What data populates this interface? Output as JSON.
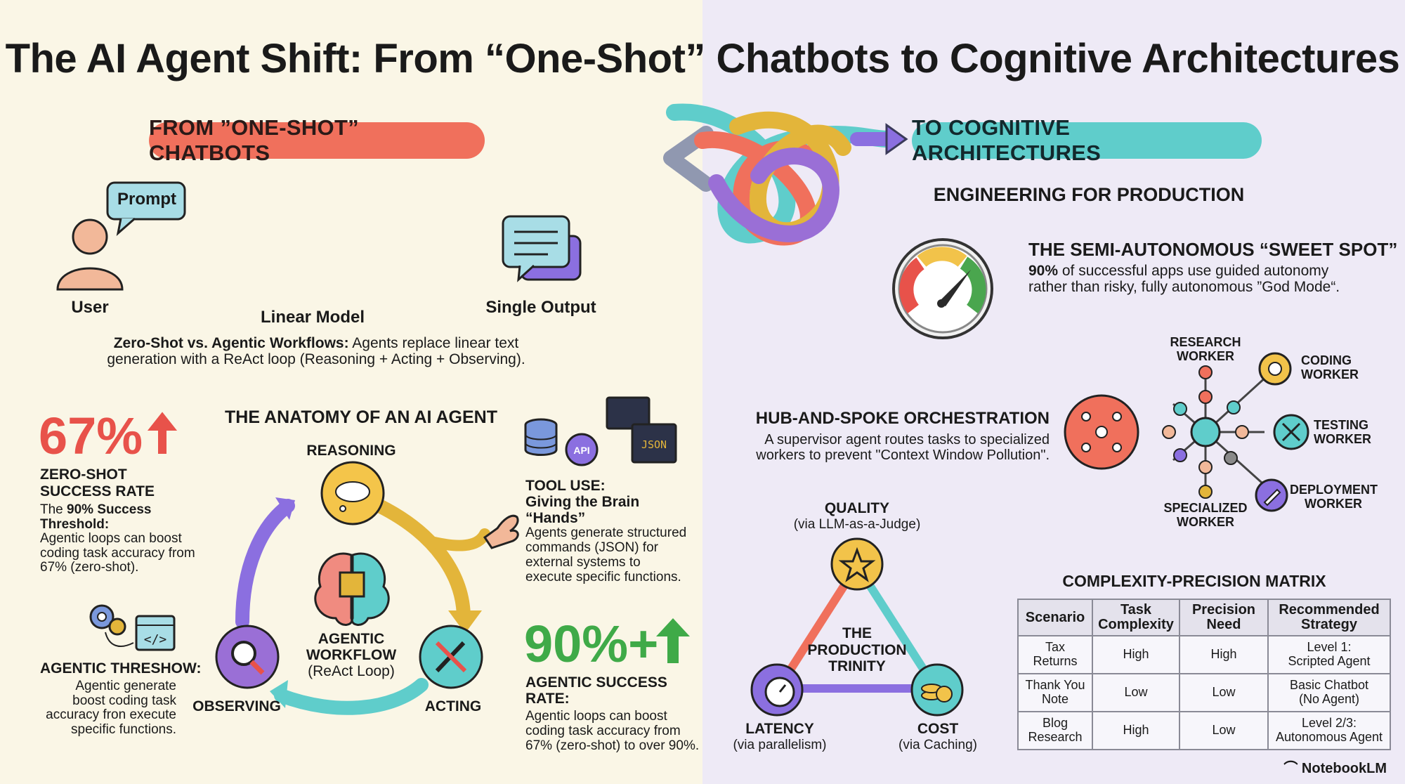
{
  "title": "The AI Agent Shift: From “One-Shot” Chatbots to Cognitive Architectures",
  "left_pill": "FROM ”ONE-SHOT” CHATBOTS",
  "right_pill": "TO COGNITIVE ARCHITECTURES",
  "colors": {
    "left_bg": "#faf6e6",
    "right_bg": "#eeeaf6",
    "coral": "#f0705c",
    "teal": "#5fcdcb",
    "green": "#3faa48",
    "red": "#e8524a"
  },
  "linear_model": {
    "prompt_bubble": "Prompt",
    "user_label": "User",
    "model_label": "Linear Model",
    "output_label": "Single Output",
    "desc_bold": "Zero-Shot vs. Agentic Workflows:",
    "desc_line1": " Agents replace linear text",
    "desc_line2": "generation with a ReAct loop (Reasoning + Acting + Observing)."
  },
  "stat_67": {
    "value": "67%",
    "label_line1": "ZERO-SHOT",
    "label_line2": "SUCCESS RATE",
    "desc_pre": "The ",
    "desc_bold": "90% Success Threshold:",
    "desc_line2": "Agentic loops can boost",
    "desc_line3": "coding task accuracy from",
    "desc_line4": "67% (zero-shot)."
  },
  "threshow": {
    "title": "AGENTIC THRESHOW:",
    "line1": "Agentic generate",
    "line2": "boost coding task",
    "line3": "accuracy fron execute",
    "line4": "specific functions."
  },
  "anatomy": {
    "title": "THE ANATOMY OF AN AI AGENT",
    "reasoning": "REASONING",
    "acting": "ACTING",
    "observing": "OBSERVING",
    "center_line1": "AGENTIC",
    "center_line2": "WORKFLOW",
    "center_line3": "(ReAct Loop)"
  },
  "tool_use": {
    "title": "TOOL USE:",
    "subtitle": "Giving the Brain “Hands”",
    "line1": "Agents generate structured",
    "line2": "commands (JSON) for",
    "line3": "external systems to",
    "line4": "execute specific functions.",
    "api_label": "API",
    "json_label": "JSON"
  },
  "stat_90": {
    "value": "90%+",
    "label": "AGENTIC SUCCESS RATE:",
    "line1": "Agentic loops can boost",
    "line2": "coding task accuracy from",
    "line3": "67% (zero-shot) to over 90%."
  },
  "engineering": {
    "title": "ENGINEERING FOR PRODUCTION",
    "sweet_title": "THE SEMI-AUTONOMOUS “SWEET SPOT”",
    "sweet_bold": "90%",
    "sweet_line1": " of successful apps use guided autonomy",
    "sweet_line2": "rather than risky, fully autonomous ”God Mode“."
  },
  "hub": {
    "title": "HUB-AND-SPOKE ORCHESTRATION",
    "line1": "A supervisor agent routes tasks to specialized",
    "line2": "workers to prevent \"Context Window Pollution\".",
    "research_1": "RESEARCH",
    "research_2": "WORKER",
    "coding_1": "CODING",
    "coding_2": "WORKER",
    "testing_1": "TESTING",
    "testing_2": "WORKER",
    "deploy_1": "DEPLOYMENT",
    "deploy_2": "WORKER",
    "special_1": "SPECIALIZED",
    "special_2": "WORKER"
  },
  "trinity": {
    "quality": "QUALITY",
    "quality_sub": "(via LLM-as-a-Judge)",
    "center_line1": "THE",
    "center_line2": "PRODUCTION",
    "center_line3": "TRINITY",
    "latency": "LATENCY",
    "latency_sub": "(via parallelism)",
    "cost": "COST",
    "cost_sub": "(via Caching)"
  },
  "matrix": {
    "title": "COMPLEXITY-PRECISION MATRIX",
    "headers": [
      "Scenario",
      "Task\nComplexity",
      "Precision\nNeed",
      "Recommended\nStrategy"
    ],
    "rows": [
      [
        "Tax Returns",
        "High",
        "High",
        "Level 1:\nScripted Agent"
      ],
      [
        "Thank You\nNote",
        "Low",
        "Low",
        "Basic Chatbot\n(No Agent)"
      ],
      [
        "Blog\nResearch",
        "High",
        "Low",
        "Level 2/3:\nAutonomous Agent"
      ]
    ]
  },
  "brand": "NotebookLM"
}
